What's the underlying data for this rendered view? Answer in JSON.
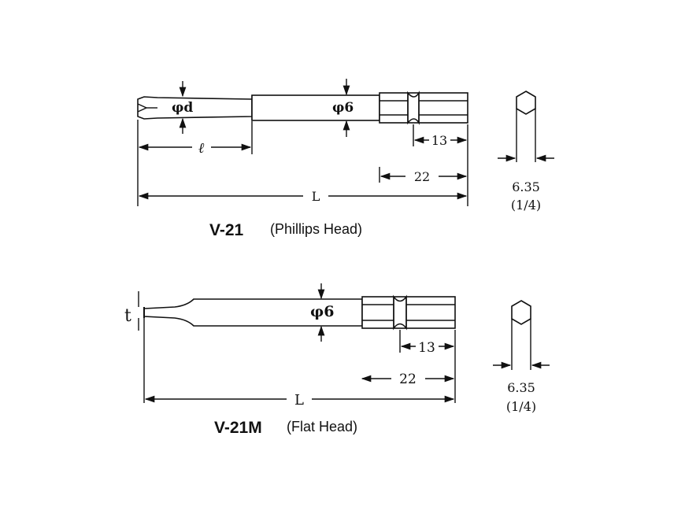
{
  "drawings": [
    {
      "id": "v21",
      "model": "V-21",
      "description": "(Phillips Head)",
      "tip_label": "φd",
      "shank_label": "φ6",
      "tip_length_label": "ℓ",
      "dim_13": "13",
      "dim_22": "22",
      "dim_L": "L",
      "hex_size": "6.35",
      "hex_size_inch": "(1/4)"
    },
    {
      "id": "v21m",
      "model": "V-21M",
      "description": "(Flat Head)",
      "tip_label": "t",
      "shank_label": "φ6",
      "dim_13": "13",
      "dim_22": "22",
      "dim_L": "L",
      "hex_size": "6.35",
      "hex_size_inch": "(1/4)"
    }
  ]
}
